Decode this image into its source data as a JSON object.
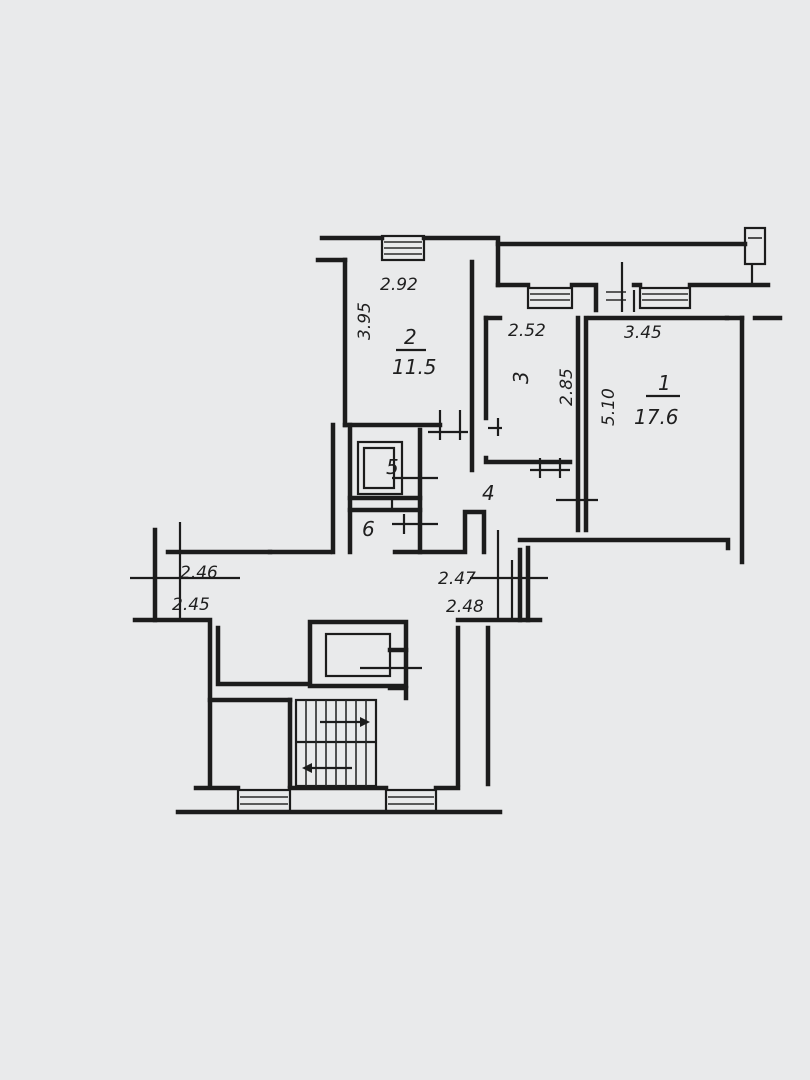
{
  "plan": {
    "rooms": [
      {
        "number": "1",
        "area": "17.6"
      },
      {
        "number": "2",
        "area": "11.5"
      },
      {
        "number": "3",
        "area": ""
      },
      {
        "number": "4",
        "area": ""
      },
      {
        "number": "5",
        "area": ""
      },
      {
        "number": "6",
        "area": ""
      }
    ],
    "dimensions": {
      "room2_width": "2.92",
      "room2_depth": "3.95",
      "room3_width": "2.52",
      "room3_depth": "2.85",
      "room1_width": "3.45",
      "room1_depth": "5.10",
      "landing_left_top": "2.46",
      "landing_left_bottom": "2.45",
      "landing_right_top": "2.47",
      "landing_right_bottom": "2.48"
    },
    "colors": {
      "paper": "#e9eaeb",
      "ink": "#1c1c1c"
    }
  }
}
